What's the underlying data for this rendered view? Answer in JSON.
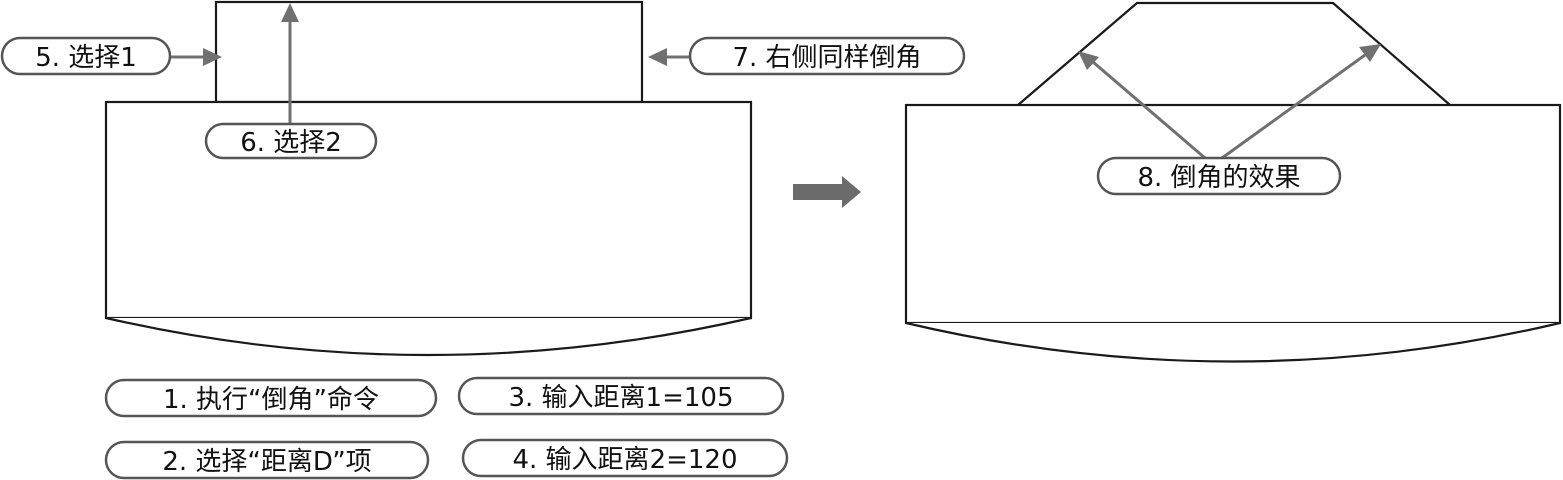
{
  "labels": {
    "step1": "1. 执行“倒角”命令",
    "step2": "2. 选择“距离D”项",
    "step3": "3. 输入距离1=105",
    "step4": "4. 输入距离2=120",
    "step5": "5. 选择1",
    "step6": "6. 选择2",
    "step7": "7. 右侧同样倒角",
    "step8": "8. 倒角的效果"
  },
  "colors": {
    "arrow": "#707070",
    "outline": "#1a1a1a",
    "pill_border": "#555555",
    "big_arrow": "#6b6b6b"
  }
}
